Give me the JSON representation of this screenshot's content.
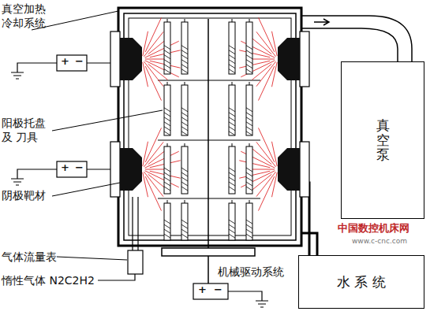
{
  "diagram": {
    "nodes": [
      {
        "text": [
          "真空泵"
        ]
      },
      {
        "text": [
          "水 系 统"
        ]
      }
    ],
    "labels": [
      "真空加热冷却系统",
      "阳极托盘及 刀具",
      "阴极靶材",
      "气体流量表",
      "惰性气体 N2C2H2",
      "机械驱动系统",
      "中国数控机床网",
      "www.c-cnc.com",
      "+",
      "−",
      "+",
      "−",
      "+",
      "−"
    ]
  }
}
